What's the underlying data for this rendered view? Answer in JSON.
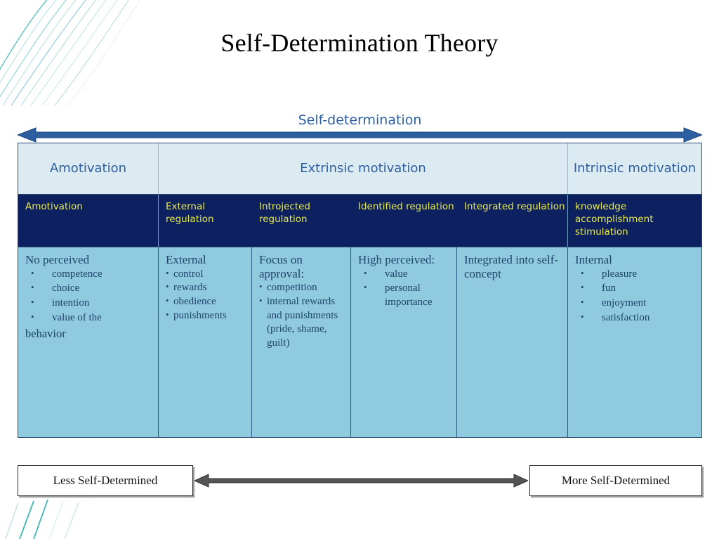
{
  "title": "Self-Determination Theory",
  "axis": {
    "label": "Self-determination",
    "arrow_name": "double-headed-arrow"
  },
  "colors": {
    "navy": "#0d2161",
    "yellow": "#e9ea4c",
    "header_bg": "#dcebf2",
    "header_text": "#2d5fa0",
    "body_bg": "#8fcade",
    "body_text": "#20446b",
    "arrow_blue": "#2d5fa0",
    "deco_teal": "#38b0ac"
  },
  "table": {
    "group_headers": [
      {
        "label": "Amotivation",
        "span": 1
      },
      {
        "label": "Extrinsic motivation",
        "span": 4
      },
      {
        "label": "Intrinsic motivation",
        "span": 1
      }
    ],
    "regulation_row": [
      "Amotivation",
      "External regulation",
      "Introjected regulation",
      "Identified regulation",
      "Integrated regulation",
      "knowledge accomplishment stimulation"
    ],
    "body_cells": [
      {
        "heading": "No perceived",
        "bullet_style": "wide",
        "bullets": [
          "competence",
          "choice",
          "intention",
          "value of the"
        ],
        "tail": "behavior"
      },
      {
        "heading": "External",
        "bullet_style": "tight",
        "bullets": [
          "control",
          "rewards",
          "obedience",
          "punishments"
        ],
        "tail": ""
      },
      {
        "heading": "Focus on approval:",
        "bullet_style": "tight",
        "bullets": [
          "competition",
          "internal rewards and punishments (pride, shame, guilt)"
        ],
        "tail": ""
      },
      {
        "heading": "High perceived:",
        "bullet_style": "wide",
        "bullets": [
          "value",
          "personal importance"
        ],
        "tail": ""
      },
      {
        "heading": "Integrated into self-concept",
        "bullet_style": "wide",
        "bullets": [],
        "tail": ""
      },
      {
        "heading": "Internal",
        "bullet_style": "wide",
        "bullets": [
          "pleasure",
          "fun",
          "enjoyment",
          "satisfaction"
        ],
        "tail": ""
      }
    ]
  },
  "bottom": {
    "left_label": "Less Self-Determined",
    "right_label": "More Self-Determined",
    "arrow_name": "double-headed-arrow"
  }
}
